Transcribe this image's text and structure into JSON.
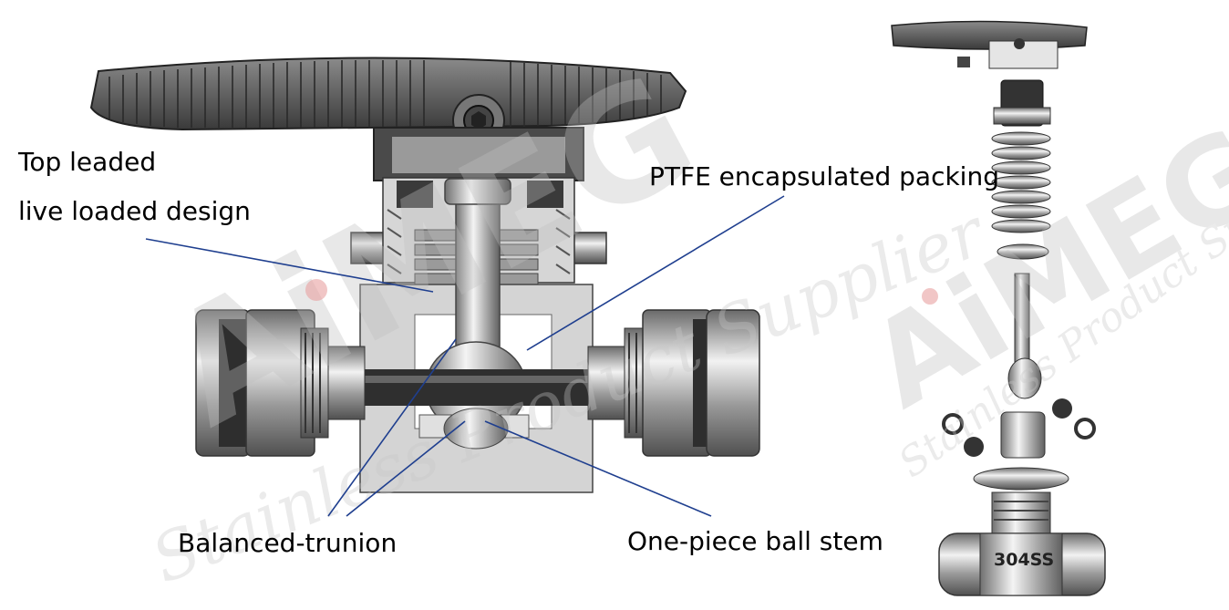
{
  "labels": {
    "top_line1": "Top leaded",
    "top_line2": "live loaded design",
    "ptfe": "PTFE encapsulated packing",
    "trunion": "Balanced-trunion",
    "ball_stem": "One-piece ball stem"
  },
  "body_stamp": "304SS",
  "watermark": {
    "brand": "AiMEG",
    "tagline": "Stainless Product Supplier"
  },
  "colors": {
    "leader_line": "#1f3f8f",
    "handle": "#555555",
    "steel": "#b8b8b8",
    "section": "#d9d9d9",
    "watermark_red": "#e8a0a0"
  }
}
